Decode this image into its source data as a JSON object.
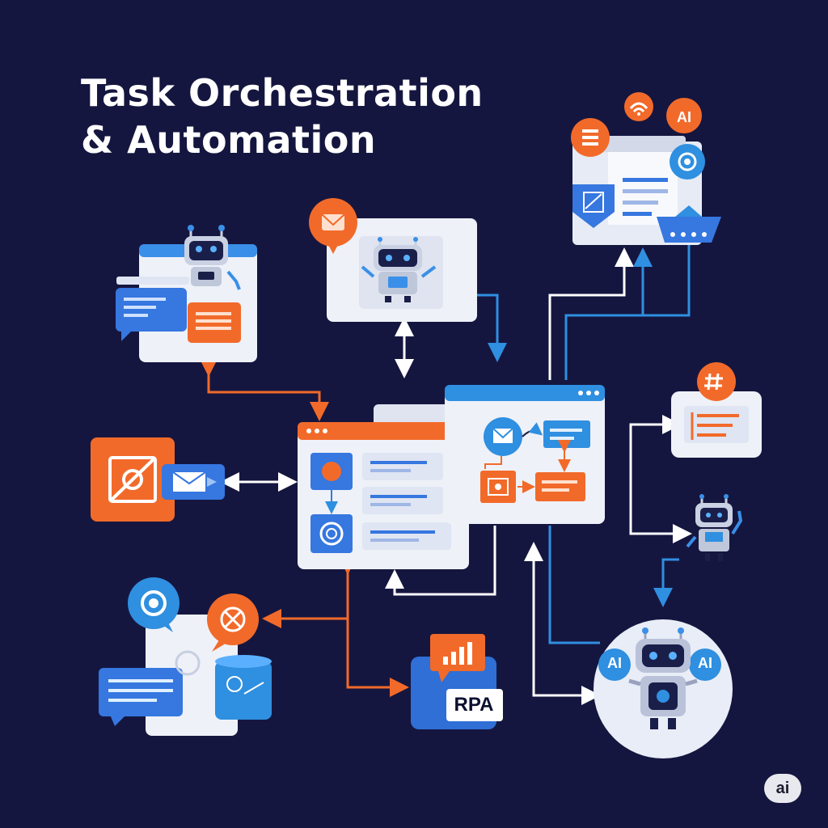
{
  "title": {
    "line1": "Task Orchestration",
    "line2": "& Automation"
  },
  "labels": {
    "rpa": "RPA",
    "ai_bubble_top": "AI",
    "ai_left": "AI",
    "ai_right": "AI",
    "watermark": "ai"
  },
  "colors": {
    "background": "#15163f",
    "orange": "#f26a2a",
    "blue": "#2f8fe0",
    "card": "#eef1f8"
  }
}
